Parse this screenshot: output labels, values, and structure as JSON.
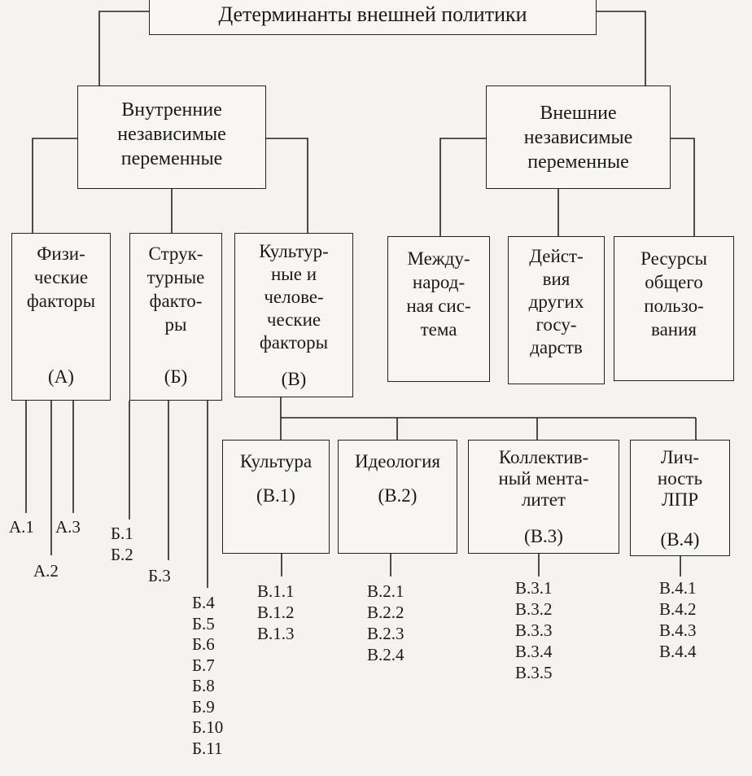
{
  "root": {
    "label": "Детерминанты внешней политики"
  },
  "internal": {
    "lines": [
      "Внутренние",
      "независимые",
      "переменные"
    ]
  },
  "external": {
    "lines": [
      "Внешние",
      "независимые",
      "переменные"
    ]
  },
  "physical": {
    "lines": [
      "Физи-",
      "ческие",
      "факторы"
    ],
    "code": "(А)"
  },
  "structural": {
    "lines": [
      "Струк-",
      "турные",
      "факто-",
      "ры"
    ],
    "code": "(Б)"
  },
  "cultural": {
    "lines": [
      "Культур-",
      "ные и",
      "челове-",
      "ческие",
      "факторы"
    ],
    "code": "(В)"
  },
  "intl": {
    "lines": [
      "Между-",
      "народ-",
      "ная сис-",
      "тема"
    ]
  },
  "actions": {
    "lines": [
      "Дейст-",
      "вия",
      "других",
      "госу-",
      "дарств"
    ]
  },
  "resources": {
    "lines": [
      "Ресурсы",
      "общего",
      "пользо-",
      "вания"
    ]
  },
  "culture": {
    "title": "Культура",
    "code": "(В.1)"
  },
  "ideology": {
    "title": "Идеология",
    "code": "(В.2)"
  },
  "mentality": {
    "lines": [
      "Коллектив-",
      "ный мента-",
      "литет"
    ],
    "code": "(В.3)"
  },
  "personality": {
    "lines": [
      "Лич-",
      "ность",
      "ЛПР"
    ],
    "code": "(В.4)"
  },
  "leaves": {
    "a1": "А.1",
    "a2": "А.2",
    "a3": "А.3",
    "b1": "Б.1",
    "b2": "Б.2",
    "b3": "Б.3",
    "b_rest": [
      "Б.4",
      "Б.5",
      "Б.6",
      "Б.7",
      "Б.8",
      "Б.9",
      "Б.10",
      "Б.11"
    ],
    "v1": [
      "В.1.1",
      "В.1.2",
      "В.1.3"
    ],
    "v2": [
      "В.2.1",
      "В.2.2",
      "В.2.3",
      "В.2.4"
    ],
    "v3": [
      "В.3.1",
      "В.3.2",
      "В.3.3",
      "В.3.4",
      "В.3.5"
    ],
    "v4": [
      "В.4.1",
      "В.4.2",
      "В.4.3",
      "В.4.4"
    ]
  }
}
